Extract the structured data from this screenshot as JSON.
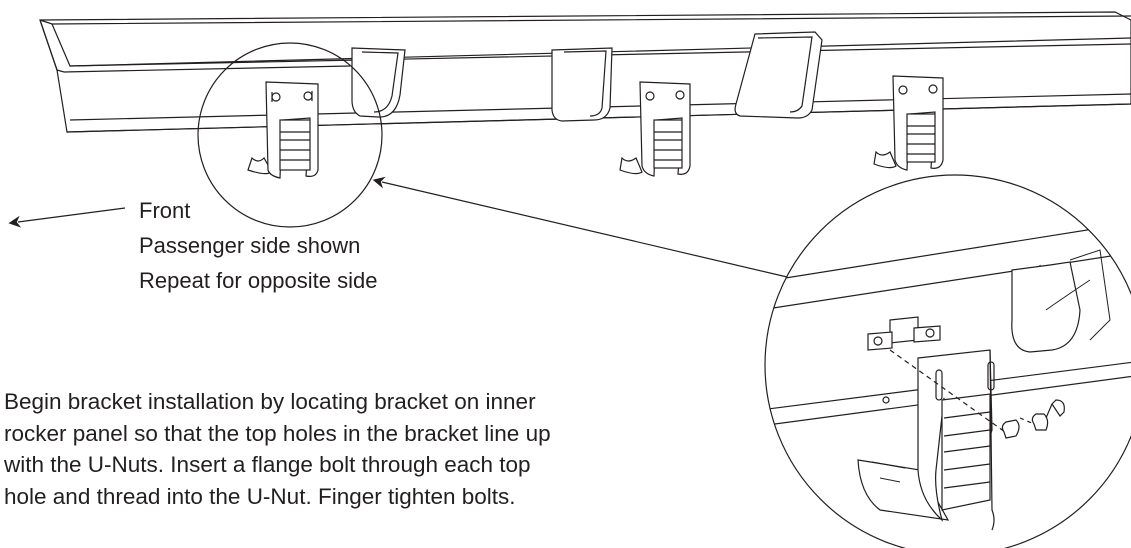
{
  "callouts": {
    "front": "Front",
    "side_shown": "Passenger side shown",
    "repeat": "Repeat for opposite side"
  },
  "instructions": {
    "lines": [
      "Begin bracket installation by locating bracket on inner",
      "rocker panel so that the top holes in the bracket line up",
      "with the U-Nuts.  Insert a flange bolt through each top",
      "hole and thread into the U-Nut.  Finger tighten bolts."
    ]
  },
  "colors": {
    "line": "#231f20",
    "fill": "#ffffff",
    "shade": "#e6e6e6"
  }
}
